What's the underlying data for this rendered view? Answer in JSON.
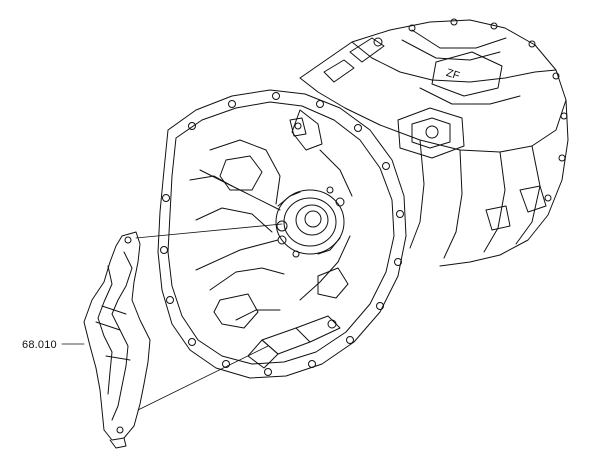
{
  "diagram": {
    "callouts": [
      {
        "label": "68.010",
        "target": "release-fork"
      }
    ],
    "housing_marking": "ZF",
    "colors": {
      "line": "#111111",
      "background": "#ffffff"
    }
  }
}
